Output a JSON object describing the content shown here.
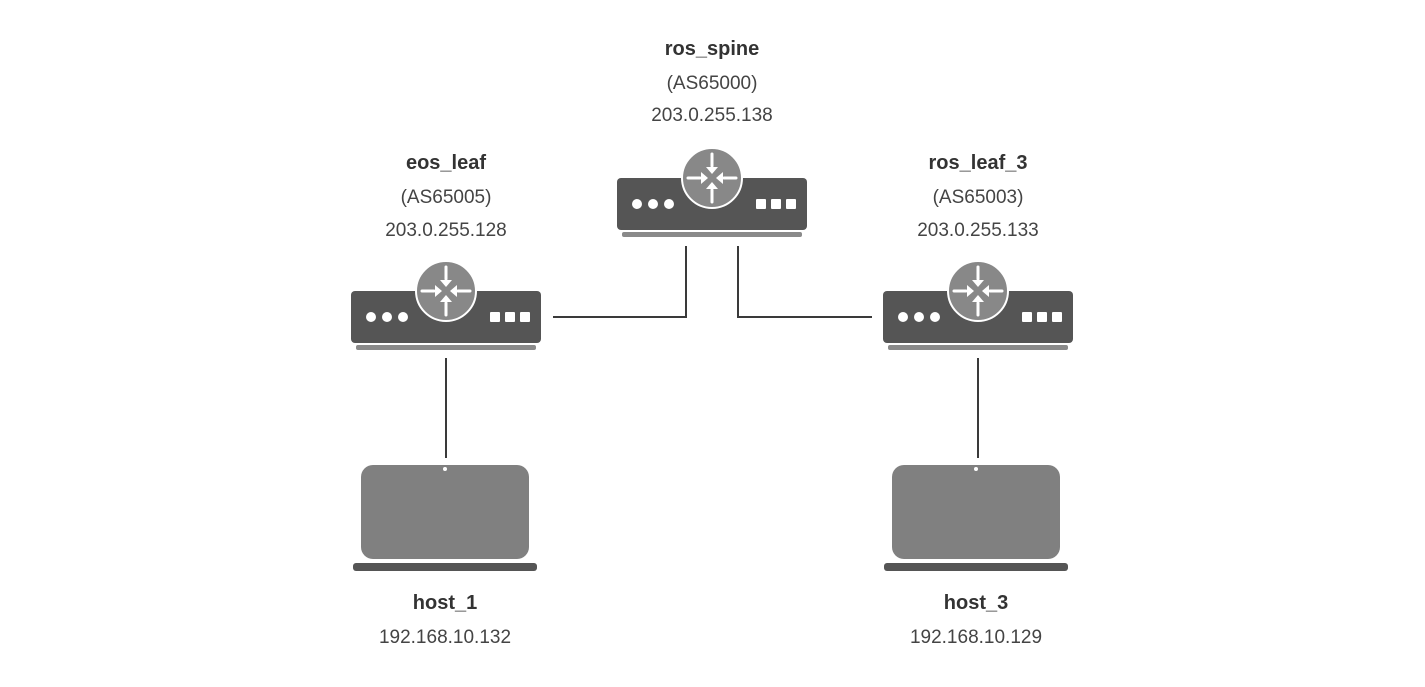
{
  "routers": [
    {
      "key": "spine",
      "name": "ros_spine",
      "asn": "(AS65000)",
      "ip": "203.0.255.138",
      "icon": "router-icon"
    },
    {
      "key": "eos",
      "name": "eos_leaf",
      "asn": "(AS65005)",
      "ip": "203.0.255.128",
      "icon": "router-icon"
    },
    {
      "key": "leaf3",
      "name": "ros_leaf_3",
      "asn": "(AS65003)",
      "ip": "203.0.255.133",
      "icon": "router-icon"
    }
  ],
  "hosts": [
    {
      "key": "h1",
      "name": "host_1",
      "ip": "192.168.10.132",
      "icon": "laptop-icon"
    },
    {
      "key": "h3",
      "name": "host_3",
      "ip": "192.168.10.129",
      "icon": "laptop-icon"
    }
  ],
  "links": [
    {
      "from": "ros_spine",
      "to": "eos_leaf"
    },
    {
      "from": "ros_spine",
      "to": "ros_leaf_3"
    },
    {
      "from": "eos_leaf",
      "to": "host_1"
    },
    {
      "from": "ros_leaf_3",
      "to": "host_3"
    }
  ],
  "colors": {
    "device_dark": "#555555",
    "device_mid": "#888888",
    "link": "#3a3a3a",
    "text": "#333333"
  }
}
